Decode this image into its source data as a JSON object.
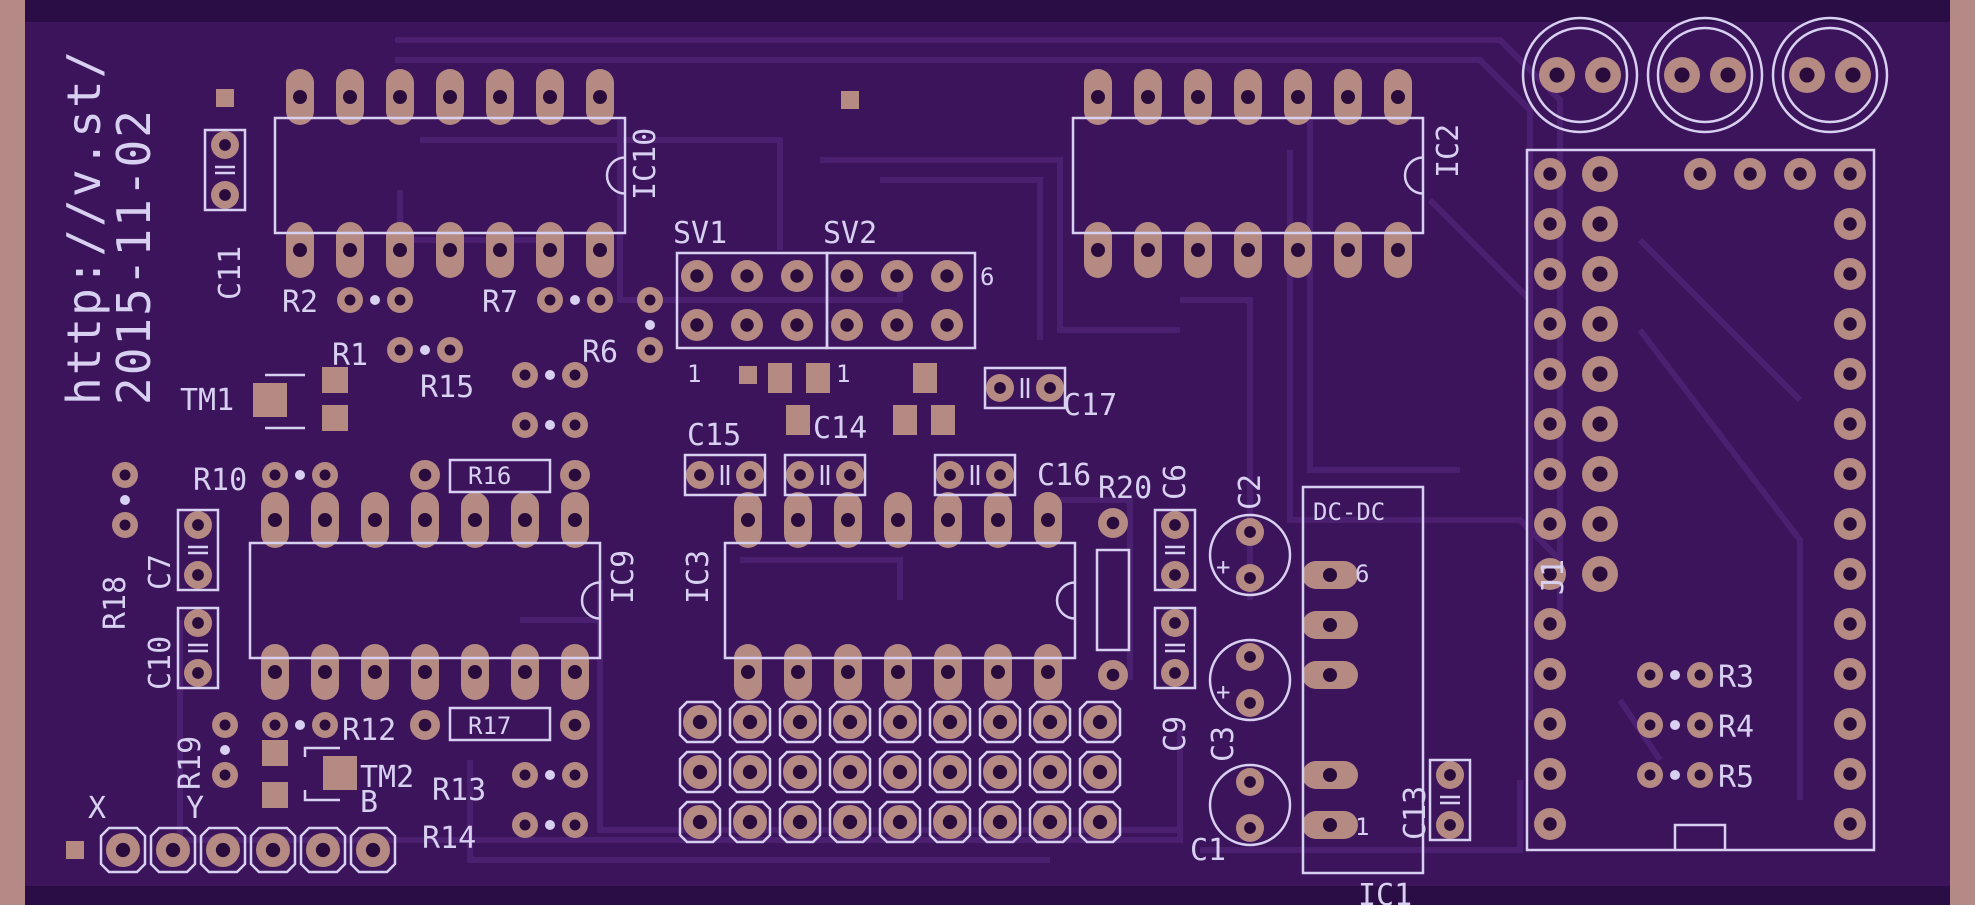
{
  "colors": {
    "board": "#3c145c",
    "trace": "#4a1f6e",
    "edge": "#b58a86",
    "pad": "#b58a82",
    "hole": "#2a0c3c",
    "silk": "#d8d0f0"
  },
  "silk_text": {
    "url": "http://v.st/",
    "date": "2015-11-02"
  },
  "labels": {
    "IC10": "IC10",
    "IC2": "IC2",
    "IC9": "IC9",
    "IC3": "IC3",
    "IC1": "IC1",
    "SV1": "SV1",
    "SV2": "SV2",
    "sv_pin6": "6",
    "sv1_pin1": "1",
    "sv2_pin1": "1",
    "C11": "C11",
    "C7": "C7",
    "C10": "C10",
    "C15": "C15",
    "C14": "C14",
    "C16": "C16",
    "C17": "C17",
    "C6": "C6",
    "C2": "C2",
    "C3": "C3",
    "C9": "C9",
    "C1": "C1",
    "C13": "C13",
    "R1": "R1",
    "R2": "R2",
    "R3": "R3",
    "R4": "R4",
    "R5": "R5",
    "R6": "R6",
    "R7": "R7",
    "R10": "R10",
    "R12": "R12",
    "R13": "R13",
    "R14": "R14",
    "R15": "R15",
    "R16": "R16",
    "R17": "R17",
    "R18": "R18",
    "R19": "R19",
    "R20": "R20",
    "TM1": "TM1",
    "TM2": "TM2",
    "J1": "J1",
    "DCDC": "DC-DC",
    "dc_pin6": "6",
    "dc_pin1": "1",
    "X": "X",
    "Y": "Y",
    "B": "B",
    "plus": "+"
  }
}
